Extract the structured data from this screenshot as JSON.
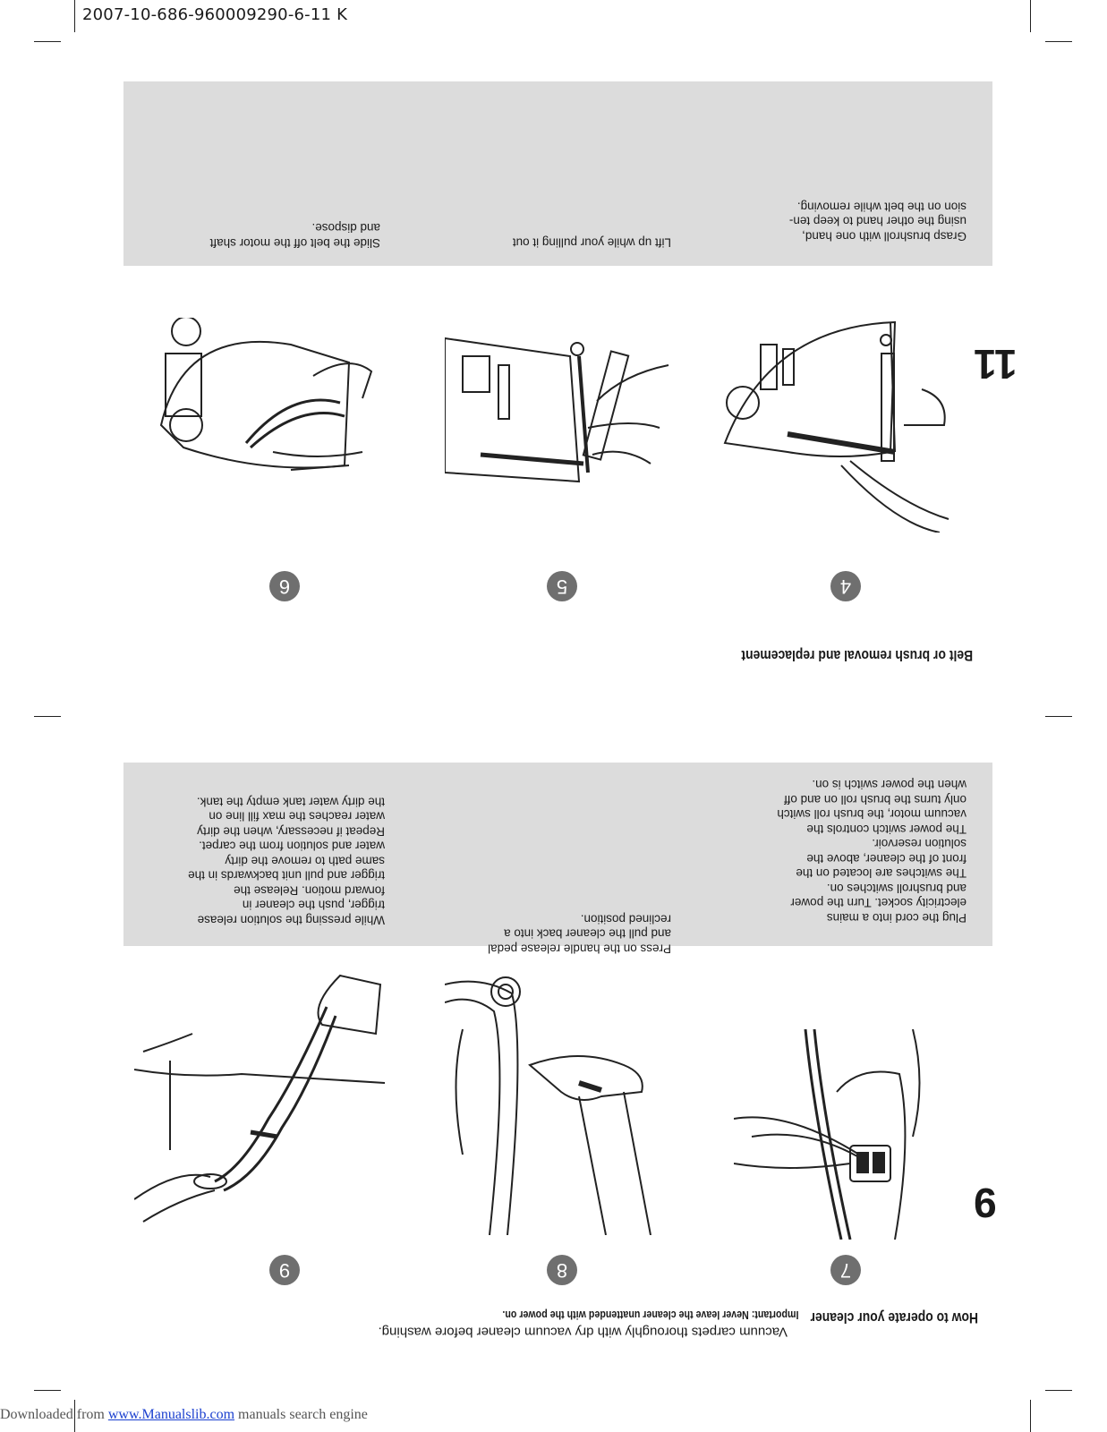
{
  "document_code": "2007-10-686-960009290-6-11   K",
  "page_number_top": "11",
  "page_number_bottom": "9",
  "section_belt": {
    "heading": "Belt or brush removal and replacement",
    "steps": [
      {
        "number": "4",
        "caption": "Grasp brushroll with one hand,\nusing the other hand to keep ten-\nsion on the belt while removing."
      },
      {
        "number": "5",
        "caption": "Lift up while your pulling it out"
      },
      {
        "number": "6",
        "caption": "Slide the belt off the motor shaft\nand dispose."
      }
    ]
  },
  "section_operate": {
    "heading": "How to operate your cleaner",
    "important": "Important: Never leave the cleaner unattended with the power on.",
    "note": "Vacuum carpets thoroughly with dry vacuum cleaner before washing.",
    "steps": [
      {
        "number": "7",
        "caption": "Plug the cord into a mains\nelectricity socket. Turn the power\nand brushroll switches on.\nThe switches are located on the\nfront of the cleaner, above the\nsolution reservoir.\nThe power switch controls the\nvacuum motor, the brush roll switch\nonly turns the brush roll on and off\nwhen the power switch is on."
      },
      {
        "number": "8",
        "caption": "Press on the handle release pedal\nand pull the cleaner back into a\nreclined position."
      },
      {
        "number": "9",
        "caption": "While pressing the solution release\ntrigger, push the cleaner in\nforward motion. Release the\ntrigger and pull unit backwards in the\nsame path to remove the dirty\nwater and solution from the carpet.\nRepeat if necessary, when the dirty\nwater reaches the max fill line on\nthe dirty water tank empty the tank."
      }
    ]
  },
  "footer": {
    "prefix": "Downloaded from ",
    "link": "www.Manualslib.com",
    "suffix": " manuals search engine"
  }
}
